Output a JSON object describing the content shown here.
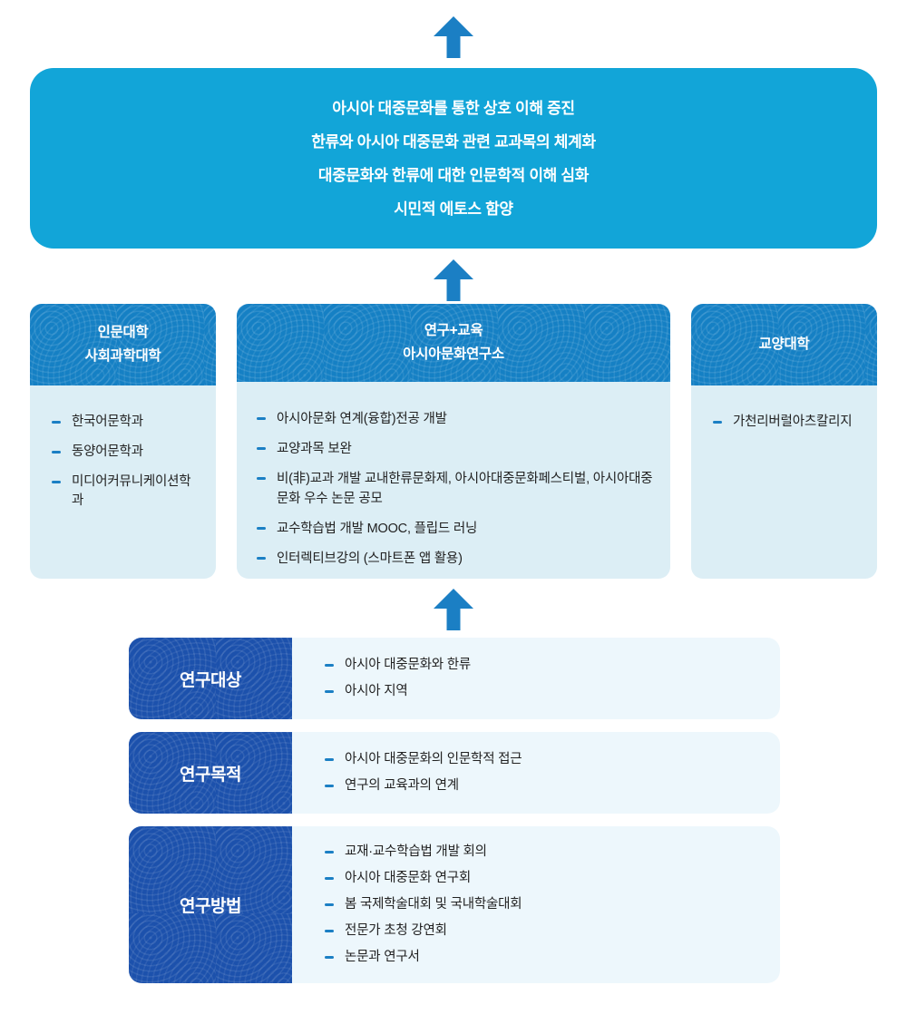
{
  "goal_box": {
    "lines": [
      "아시아 대중문화를 통한 상호 이해 증진",
      "한류와 아시아 대중문화 관련 교과목의 체계화",
      "대중문화와 한류에 대한 인문학적 이해 심화",
      "시민적 에토스 함양"
    ]
  },
  "columns": [
    {
      "title_line1": "인문대학",
      "title_line2": "사회과학대학",
      "items": [
        "한국어문학과",
        "동양어문학과",
        "미디어커뮤니케이션학과"
      ]
    },
    {
      "title_line1": "연구+교육",
      "title_line2": "아시아문화연구소",
      "items": [
        "아시아문화 연계(융합)전공 개발",
        "교양과목 보완",
        "비(非)교과 개발 교내한류문화제, 아시아대중문화페스티벌, 아시아대중문화 우수 논문 공모",
        "교수학습법 개발 MOOC, 플립드 러닝",
        "인터렉티브강의 (스마트폰 앱 활용)"
      ]
    },
    {
      "title_line1": "교양대학",
      "items": [
        "가천리버럴아츠칼리지"
      ]
    }
  ],
  "research_rows": [
    {
      "label": "연구대상",
      "items": [
        "아시아 대중문화와 한류",
        "아시아 지역"
      ]
    },
    {
      "label": "연구목적",
      "items": [
        "아시아 대중문화의 인문학적 접근",
        "연구의 교육과의 연계"
      ]
    },
    {
      "label": "연구방법",
      "items": [
        "교재·교수학습법 개발 회의",
        "아시아 대중문화 연구회",
        "봄 국제학술대회 및 국내학술대회",
        "전문가 초청 강연회",
        "논문과 연구서"
      ]
    }
  ],
  "icons": {
    "up_arrow": "↑",
    "dash_bullet": "–"
  },
  "colors": {
    "goal_box_bg": "#12a5d8",
    "column_header_bg": "#1580c4",
    "column_body_bg": "#dceef5",
    "row_label_bg": "#1c51ac",
    "row_content_bg": "#edf7fc",
    "arrow": "#1b7fc4",
    "bullet": "#1b7fc4",
    "list_text": "#222222",
    "title_text": "#ffffff"
  }
}
